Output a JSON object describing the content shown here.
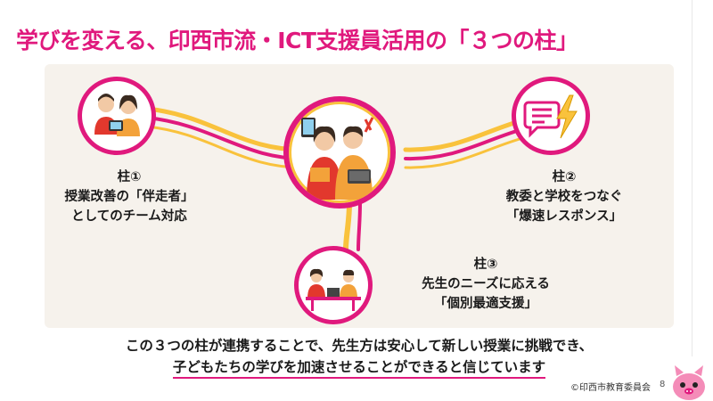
{
  "slide": {
    "title": "学びを変える、印西市流・ICT支援員活用の「３つの柱」",
    "pillars": [
      {
        "number": "柱①",
        "line1": "授業改善の「伴走者」",
        "line2": "としてのチーム対応",
        "icon": "teachers-with-tablet-icon"
      },
      {
        "number": "柱②",
        "line1": "教委と学校をつなぐ",
        "line2": "「爆速レスポンス」",
        "icon": "lightning-chat-icon"
      },
      {
        "number": "柱③",
        "line1": "先生のニーズに応える",
        "line2": "「個別最適支援」",
        "icon": "consultation-desk-icon"
      }
    ],
    "center_icon": "ict-support-team-icon",
    "summary_line1": "この３つの柱が連携することで、先生方は安心して新しい授業に挑戦でき、",
    "summary_line2": "子どもたちの学びを加速させることができると信じています",
    "footer": "©印西市教育委員会",
    "page_number": "8",
    "mascot": "pink-mascot-icon"
  },
  "colors": {
    "accent": "#e0197d",
    "link_yellow": "#f9c23c",
    "panel_bg": "#f6f2ec"
  }
}
